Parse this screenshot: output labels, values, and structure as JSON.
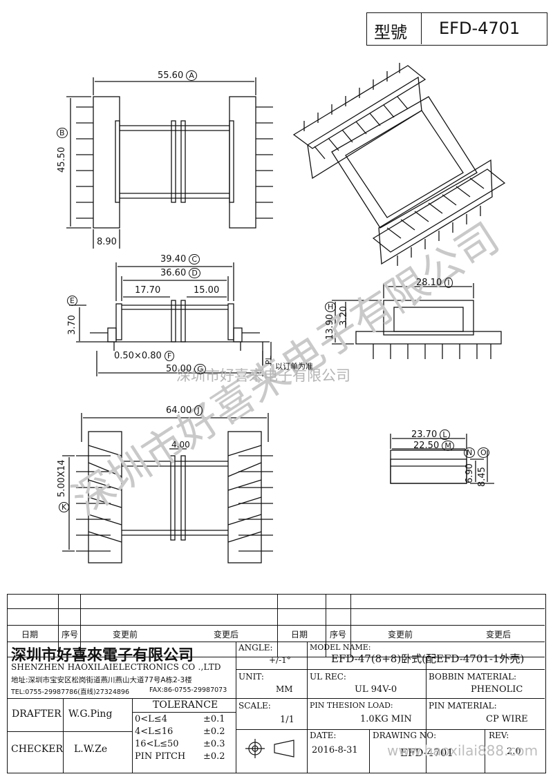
{
  "header": {
    "model_label": "型號",
    "model_value": "EFD-4701"
  },
  "dims": {
    "d_a": "55.60",
    "d_b": "45.50",
    "d_b_height": "8.90",
    "d_c": "39.40",
    "d_d": "36.60",
    "d_left": "17.70",
    "d_right": "15.00",
    "d_e": "3.70",
    "d_f": "0.50×0.80",
    "d_g": "50.00",
    "d_pl": "PL",
    "pl_note": "以订单为准",
    "d_i": "28.10",
    "d_h": "13.90",
    "d_h2": "3.20",
    "d_j": "64.00",
    "d_k": "5.00X14",
    "d_mid": "4.00",
    "d_l": "23.70",
    "d_m": "22.50",
    "d_n": "6.90",
    "d_o": "8.45"
  },
  "markers": {
    "A": "A",
    "B": "B",
    "C": "C",
    "D": "D",
    "E": "E",
    "F": "F",
    "G": "G",
    "I": "I",
    "H": "H",
    "J": "J",
    "K": "K",
    "L": "L",
    "M": "M",
    "N": "N",
    "O": "O"
  },
  "watermarks": {
    "main": "深圳市好喜来电子有限公司",
    "mid": "深圳市好喜来电子有限公司",
    "bottom": "www.haoxilai888.com"
  },
  "revision_table": {
    "headers": [
      "日期",
      "序号",
      "变更前",
      "变更后",
      "日期",
      "序号",
      "变更前",
      "变更后"
    ]
  },
  "company": {
    "name_cn": "深圳市好喜來電子有限公司",
    "name_en": "SHENZHEN HAOXILAIELECTRONICS CO .,LTD",
    "address": "地址:深圳市宝安区松岗街道燕川燕山大道77号A栋2-3楼",
    "tel": "TEL:0755-29987786(直线)27324896",
    "fax": "FAX:86-0755-29987073"
  },
  "title_block": {
    "angle_label": "ANGLE:",
    "angle_value": "+/-1°",
    "model_name_label": "MODEL NAME:",
    "model_name_value": "EFD-47(8+8)卧式(配EFD-4701-1外壳)",
    "unit_label": "UNIT:",
    "unit_value": "MM",
    "ul_rec_label": "UL REC:",
    "ul_rec_value": "UL 94V-0",
    "bobbin_label": "BOBBIN MATERIAL:",
    "bobbin_value": "PHENOLIC",
    "drafter_label": "DRAFTER",
    "drafter_value": "W.G.Ping",
    "tolerance_label": "TOLERANCE",
    "tol_rows": [
      {
        "range": "0<L≤4",
        "value": "±0.1"
      },
      {
        "range": "4<L≤16",
        "value": "±0.2"
      },
      {
        "range": "16<L≤50",
        "value": "±0.3"
      },
      {
        "range": "PIN PITCH",
        "value": "±0.2"
      }
    ],
    "scale_label": "SCALE:",
    "scale_value": "1/1",
    "pin_load_label": "PIN THESION LOAD:",
    "pin_load_value": "1.0KG MIN",
    "pin_material_label": "PIN MATERIAL:",
    "pin_material_value": "CP  WIRE",
    "checker_label": "CHECKER",
    "checker_value": "L.W.Ze",
    "date_label": "DATE:",
    "date_value": "2016-8-31",
    "drawing_no_label": "DRAWING NO:",
    "drawing_no_value": "EFD-4701",
    "rev_label": "REV:",
    "rev_value": "2.0"
  }
}
